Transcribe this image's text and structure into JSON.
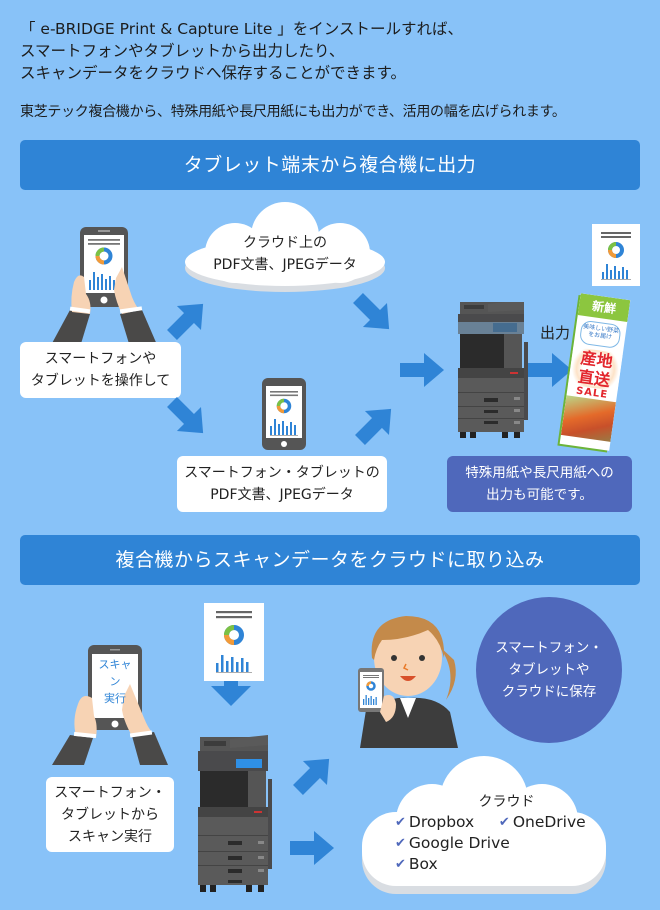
{
  "intro": {
    "lines": [
      "「 e-BRIDGE Print & Capture Lite 」をインストールすれば、",
      "スマートフォンやタブレットから出力したり、",
      "スキャンデータをクラウドへ保存することができます。"
    ],
    "note": "東芝テック複合機から、特殊用紙や長尺用紙にも出力ができ、活用の幅を広げられます。"
  },
  "section1": {
    "title": "タブレット端末から複合機に出力",
    "operate_label": [
      "スマートフォンや",
      "タブレットを操作して"
    ],
    "cloud_label": [
      "クラウド上の",
      "PDF文書、JPEGデータ"
    ],
    "device_label": [
      "スマートフォン・タブレットの",
      "PDF文書、JPEGデータ"
    ],
    "output_label": "出力",
    "special_paper_note": [
      "特殊用紙や長尺用紙への",
      "出力も可能です。"
    ],
    "banner": {
      "top_text": "新鮮",
      "bubble_text": "美味しい野菜をお届け",
      "main_text": [
        "産地",
        "直送"
      ],
      "sale_text": "SALE"
    }
  },
  "section2": {
    "title": "複合機からスキャンデータをクラウドに取り込み",
    "tablet_screen_text": [
      "スキャン",
      "実行"
    ],
    "scan_label": [
      "スマートフォン・",
      "タブレットから",
      "スキャン実行"
    ],
    "save_circle": [
      "スマートフォン・",
      "タブレットや",
      "クラウドに保存"
    ],
    "cloud": {
      "title": "クラウド",
      "services": [
        "Dropbox",
        "OneDrive",
        "Google Drive",
        "Box"
      ]
    }
  },
  "colors": {
    "background": "#88c2f8",
    "banner": "#2f84d6",
    "arrow": "#2f84d6",
    "info": "#4f68bb",
    "printer": "#4a4a4c",
    "printer_screen": "#2f90e6"
  },
  "icons": {
    "check": "✔"
  }
}
